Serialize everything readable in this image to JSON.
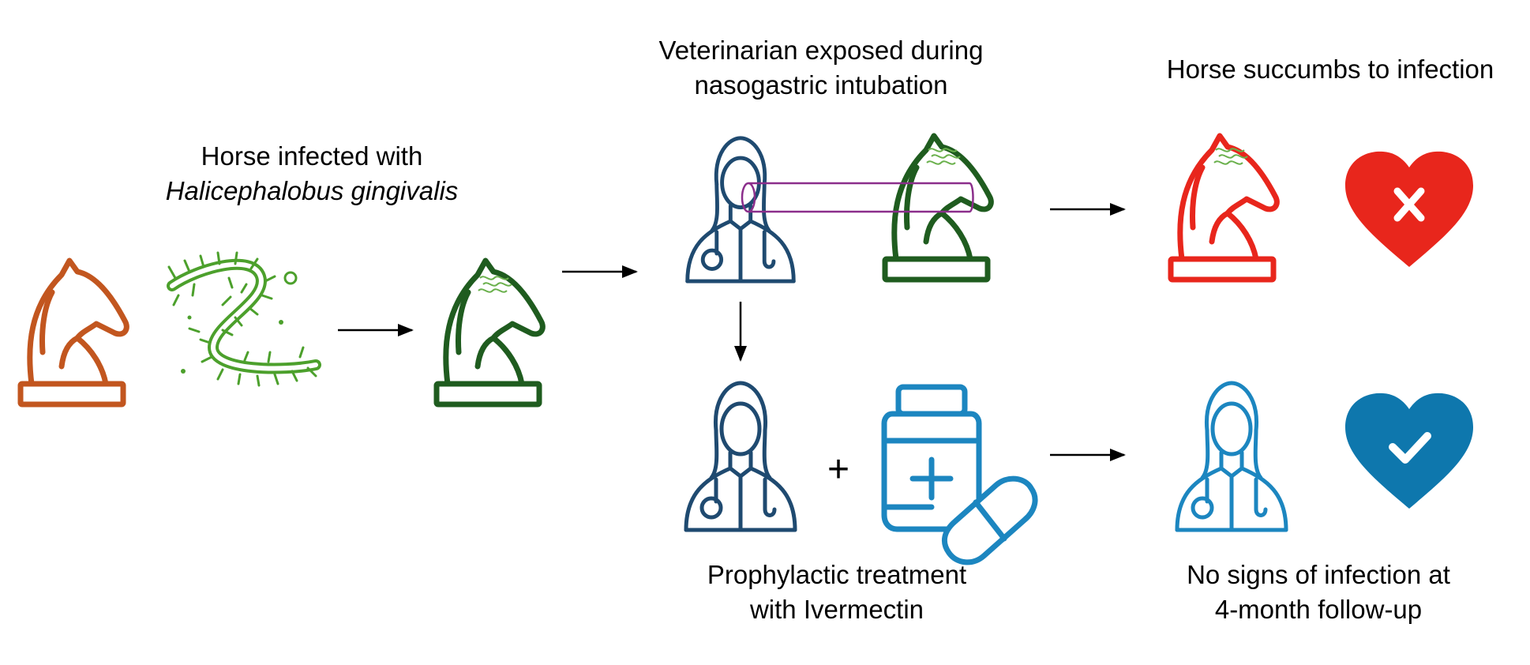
{
  "labels": {
    "infected_line1": "Horse infected with",
    "infected_line2": "Halicephalobus gingivalis",
    "exposed_line1": "Veterinarian exposed during",
    "exposed_line2": "nasogastric intubation",
    "succumbs": "Horse succumbs to infection",
    "treatment_line1": "Prophylactic treatment",
    "treatment_line2": "with Ivermectin",
    "outcome_line1": "No signs of infection at",
    "outcome_line2": "4-month follow-up"
  },
  "plus_sign": "+",
  "colors": {
    "orange_horse": "#c2561f",
    "green_horse": "#1f5c1f",
    "worm": "#4ca02c",
    "red": "#e8261c",
    "vet_dark": "#1f4a70",
    "vet_light": "#1c86c0",
    "tube": "#8b2e8b",
    "heart_blue": "#0e77ad",
    "arrow": "#000000"
  },
  "icons": [
    "horse-icon",
    "worm-icon",
    "veterinarian-icon",
    "tube-icon",
    "medicine-bottle-icon",
    "pill-icon",
    "broken-heart-icon",
    "check-heart-icon",
    "arrow-icon"
  ]
}
